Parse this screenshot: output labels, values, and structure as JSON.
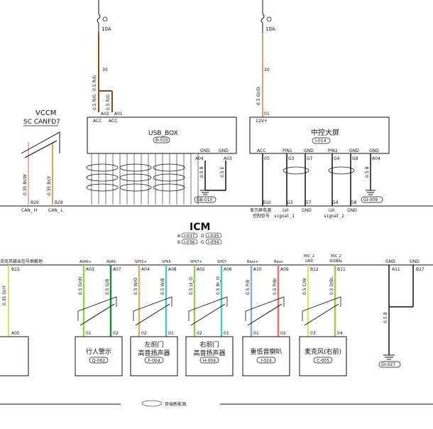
{
  "colors": {
    "brown": "#8a4a1c",
    "orange": "#e6a24a",
    "lime": "#9bd04c",
    "green": "#1e8a3c",
    "tan": "#d8b070",
    "cyan": "#4cc8c8",
    "blue": "#8aaaf0",
    "pink": "#f07070",
    "yellow": "#e8e060",
    "salmon": "#f0b0a0",
    "black": "#111111"
  },
  "fuses": [
    {
      "label": "10A"
    },
    {
      "label": "10A"
    }
  ],
  "usb_box": {
    "title": "USB_BOX",
    "code": "B-015",
    "acc1_pin": "A02",
    "acc2_pin": "A01",
    "acc1": "ACC",
    "acc2": "ACC",
    "wire_num": "30",
    "wire_a": "0.5 R/G",
    "wire_b": "0.5 R/G",
    "wire_c": "0.5 R/G",
    "gnd1": "GND",
    "gnd2": "GND",
    "gnd1_pin": "A04",
    "gnd2_pin": "A03",
    "gnd_wire1": "0.5 B",
    "gnd_wire2": "0.5 E",
    "ground": "GB-010"
  },
  "head_unit": {
    "title": "中控大屏",
    "code": "I-014",
    "power_label": "12V+",
    "power_pin": "01",
    "wire_num": "20",
    "wire": "0.5 Gr/O",
    "pins": [
      "ACC",
      "PIN1",
      "GND",
      "PIN2",
      "GND",
      "GND"
    ],
    "pin_nums": [
      "05",
      "G3",
      "G7",
      "G4",
      "G8",
      "A04"
    ],
    "gnd_wire": "0.5 B",
    "ground": "GI-009"
  },
  "vccm": {
    "title": "VCCM",
    "subtitle": "SC CANFD7",
    "wire1": "0.35 Br/W",
    "wire2": "0.35 Br/Y",
    "pin1": "B29",
    "pin2": "B28",
    "sig1": "CAN_ H",
    "sig2": "CAN_ L"
  },
  "icm_connections": {
    "b10": "B10",
    "b10_label1": "显示屏电源",
    "b10_label2": "控制信号",
    "g3": "G3",
    "g7": "G7",
    "g4": "G4",
    "g8": "G8",
    "lvds1": "LVI",
    "lvds1_sig": "signal_1",
    "lvds2": "LVI",
    "lvds2_sig": "signal_2",
    "gnd1": "GND",
    "gnd2": "GND"
  },
  "icm": {
    "title": "ICM",
    "connectors": [
      {
        "letter": "A",
        "code": "I-037"
      },
      {
        "letter": "D",
        "code": "I-035"
      },
      {
        "letter": "B",
        "code": "I-036"
      },
      {
        "letter": "G",
        "code": "I-034"
      }
    ]
  },
  "left_label": "流克风输出信号屏蔽地",
  "left_pin": "B15",
  "left_wire": "0.35 Gr/Y",
  "left_bottom_pin": "A05",
  "outputs": [
    {
      "sig1": "AVAS+",
      "sig2": "AVAS-",
      "pin1": "A03",
      "pin2": "A07",
      "w1": "0.5 Gr/O",
      "w2": "0.5 G/B",
      "p1": "01",
      "p2": "02",
      "name": "行人警示",
      "code": "Q-062"
    },
    {
      "sig1": "SPK5+",
      "sig2": "SPK5-",
      "pin1": "A04",
      "pin2": "A08",
      "w1": "0.5 W/O",
      "w2": "0.5 W/B",
      "p1": "02",
      "p2": "01",
      "name1": "左前门",
      "name2": "高音扬声器",
      "code": "F-004"
    },
    {
      "sig1": "SPK7+",
      "sig2": "SPK7-",
      "pin1": "A02",
      "pin2": "A06",
      "w1": "0.5 Lt_O",
      "w2": "0.5 Br_O",
      "p1": "02",
      "p2": "01",
      "name1": "右前门",
      "name2": "高音扬声器",
      "code": "H-004"
    },
    {
      "sig1": "Bass+",
      "sig2": "Bass-",
      "pin1": "A10",
      "pin2": "A09",
      "w1": "0.5 P/B",
      "w2": "0.5 P/Br",
      "p1": "01",
      "p2": "02",
      "name": "重低音喇叭",
      "code": "I-024"
    },
    {
      "sig1": "MIC_2",
      "sig1b": "GND",
      "sig2": "MIC_2",
      "sig2b": "SIGNAL",
      "pin1": "B12",
      "pin2": "B11",
      "w1": "0.5 C/W",
      "w2": "0.5 D/BL",
      "p1": "03",
      "p2": "04",
      "name": "麦克风(右前)",
      "code": "C-005"
    }
  ],
  "right_gnd": {
    "sig1": "GND",
    "sig2": "GND",
    "pin1": "A11",
    "pin2": "B27",
    "wire": "0.5 B",
    "ground": "GI-027"
  },
  "footer": "奇瑞新能源"
}
